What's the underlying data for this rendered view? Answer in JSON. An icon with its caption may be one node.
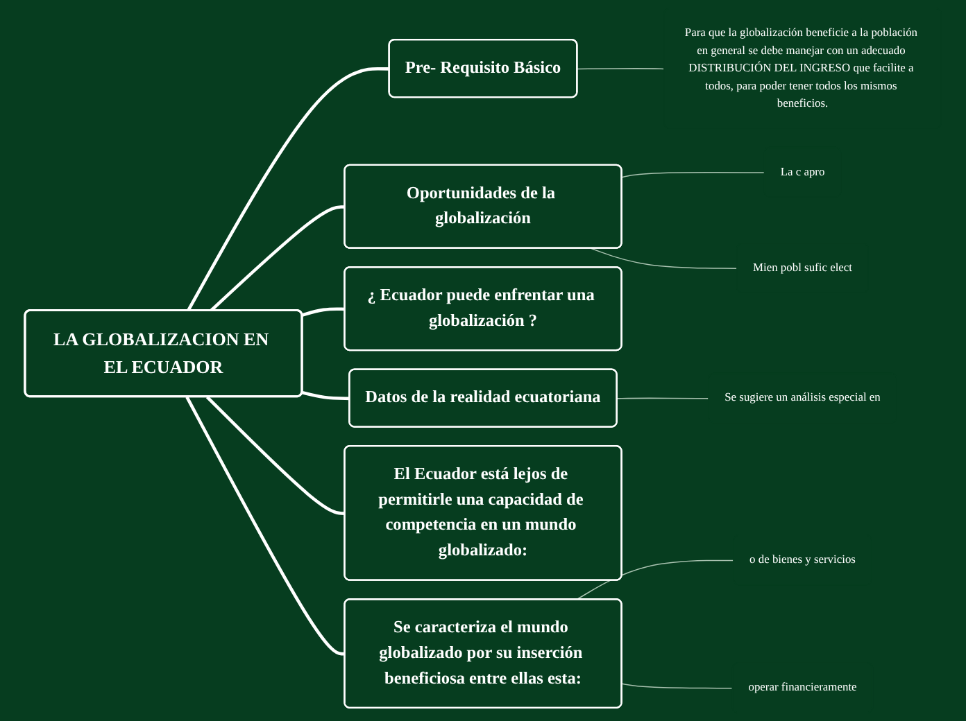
{
  "diagram": {
    "nodes": [
      {
        "text": [
          "LA GLOBALIZACION EN EL ECUADOR"
        ]
      },
      {
        "text": [
          "Pre- Requisito Básico"
        ]
      },
      {
        "text": [
          "Para que la globalización beneficie a la población en general se debe manejar con un adecuado DISTRIBUCIÓN DEL INGRESO que facilite a todos, para poder tener todos los mismos beneficios."
        ]
      },
      {
        "text": [
          "Oportunidades de la globalización"
        ]
      },
      {
        "text": [
          "La c apro"
        ]
      },
      {
        "text": [
          "Mien pobl sufic elect"
        ]
      },
      {
        "text": [
          "¿ Ecuador puede enfrentar una globalización ?"
        ]
      },
      {
        "text": [
          "Datos de la realidad ecuatoriana"
        ]
      },
      {
        "text": [
          "Se sugiere un análisis especial en"
        ]
      },
      {
        "text": [
          "El Ecuador está lejos de permitirle una capacidad de competencia en un mundo globalizado:"
        ]
      },
      {
        "text": [
          "Se caracteriza el mundo globalizado por su inserción beneficiosa entre ellas esta:"
        ]
      },
      {
        "text": [
          "o de bienes y servicios"
        ]
      },
      {
        "text": [
          "operar financieramente"
        ]
      }
    ],
    "edges": [
      {
        "from": 0,
        "to": 1,
        "arrow": "none",
        "style": "thick"
      },
      {
        "from": 1,
        "to": 2,
        "arrow": "none"
      },
      {
        "from": 0,
        "to": 3,
        "arrow": "none",
        "style": "thick"
      },
      {
        "from": 3,
        "to": 4,
        "arrow": "none"
      },
      {
        "from": 3,
        "to": 5,
        "arrow": "none"
      },
      {
        "from": 0,
        "to": 6,
        "arrow": "none",
        "style": "thick"
      },
      {
        "from": 0,
        "to": 7,
        "arrow": "none",
        "style": "thick"
      },
      {
        "from": 7,
        "to": 8,
        "arrow": "none"
      },
      {
        "from": 0,
        "to": 9,
        "arrow": "none",
        "style": "thick"
      },
      {
        "from": 0,
        "to": 10,
        "arrow": "none",
        "style": "thick"
      },
      {
        "from": 10,
        "to": 11,
        "arrow": "none"
      },
      {
        "from": 10,
        "to": 12,
        "arrow": "none"
      }
    ]
  }
}
